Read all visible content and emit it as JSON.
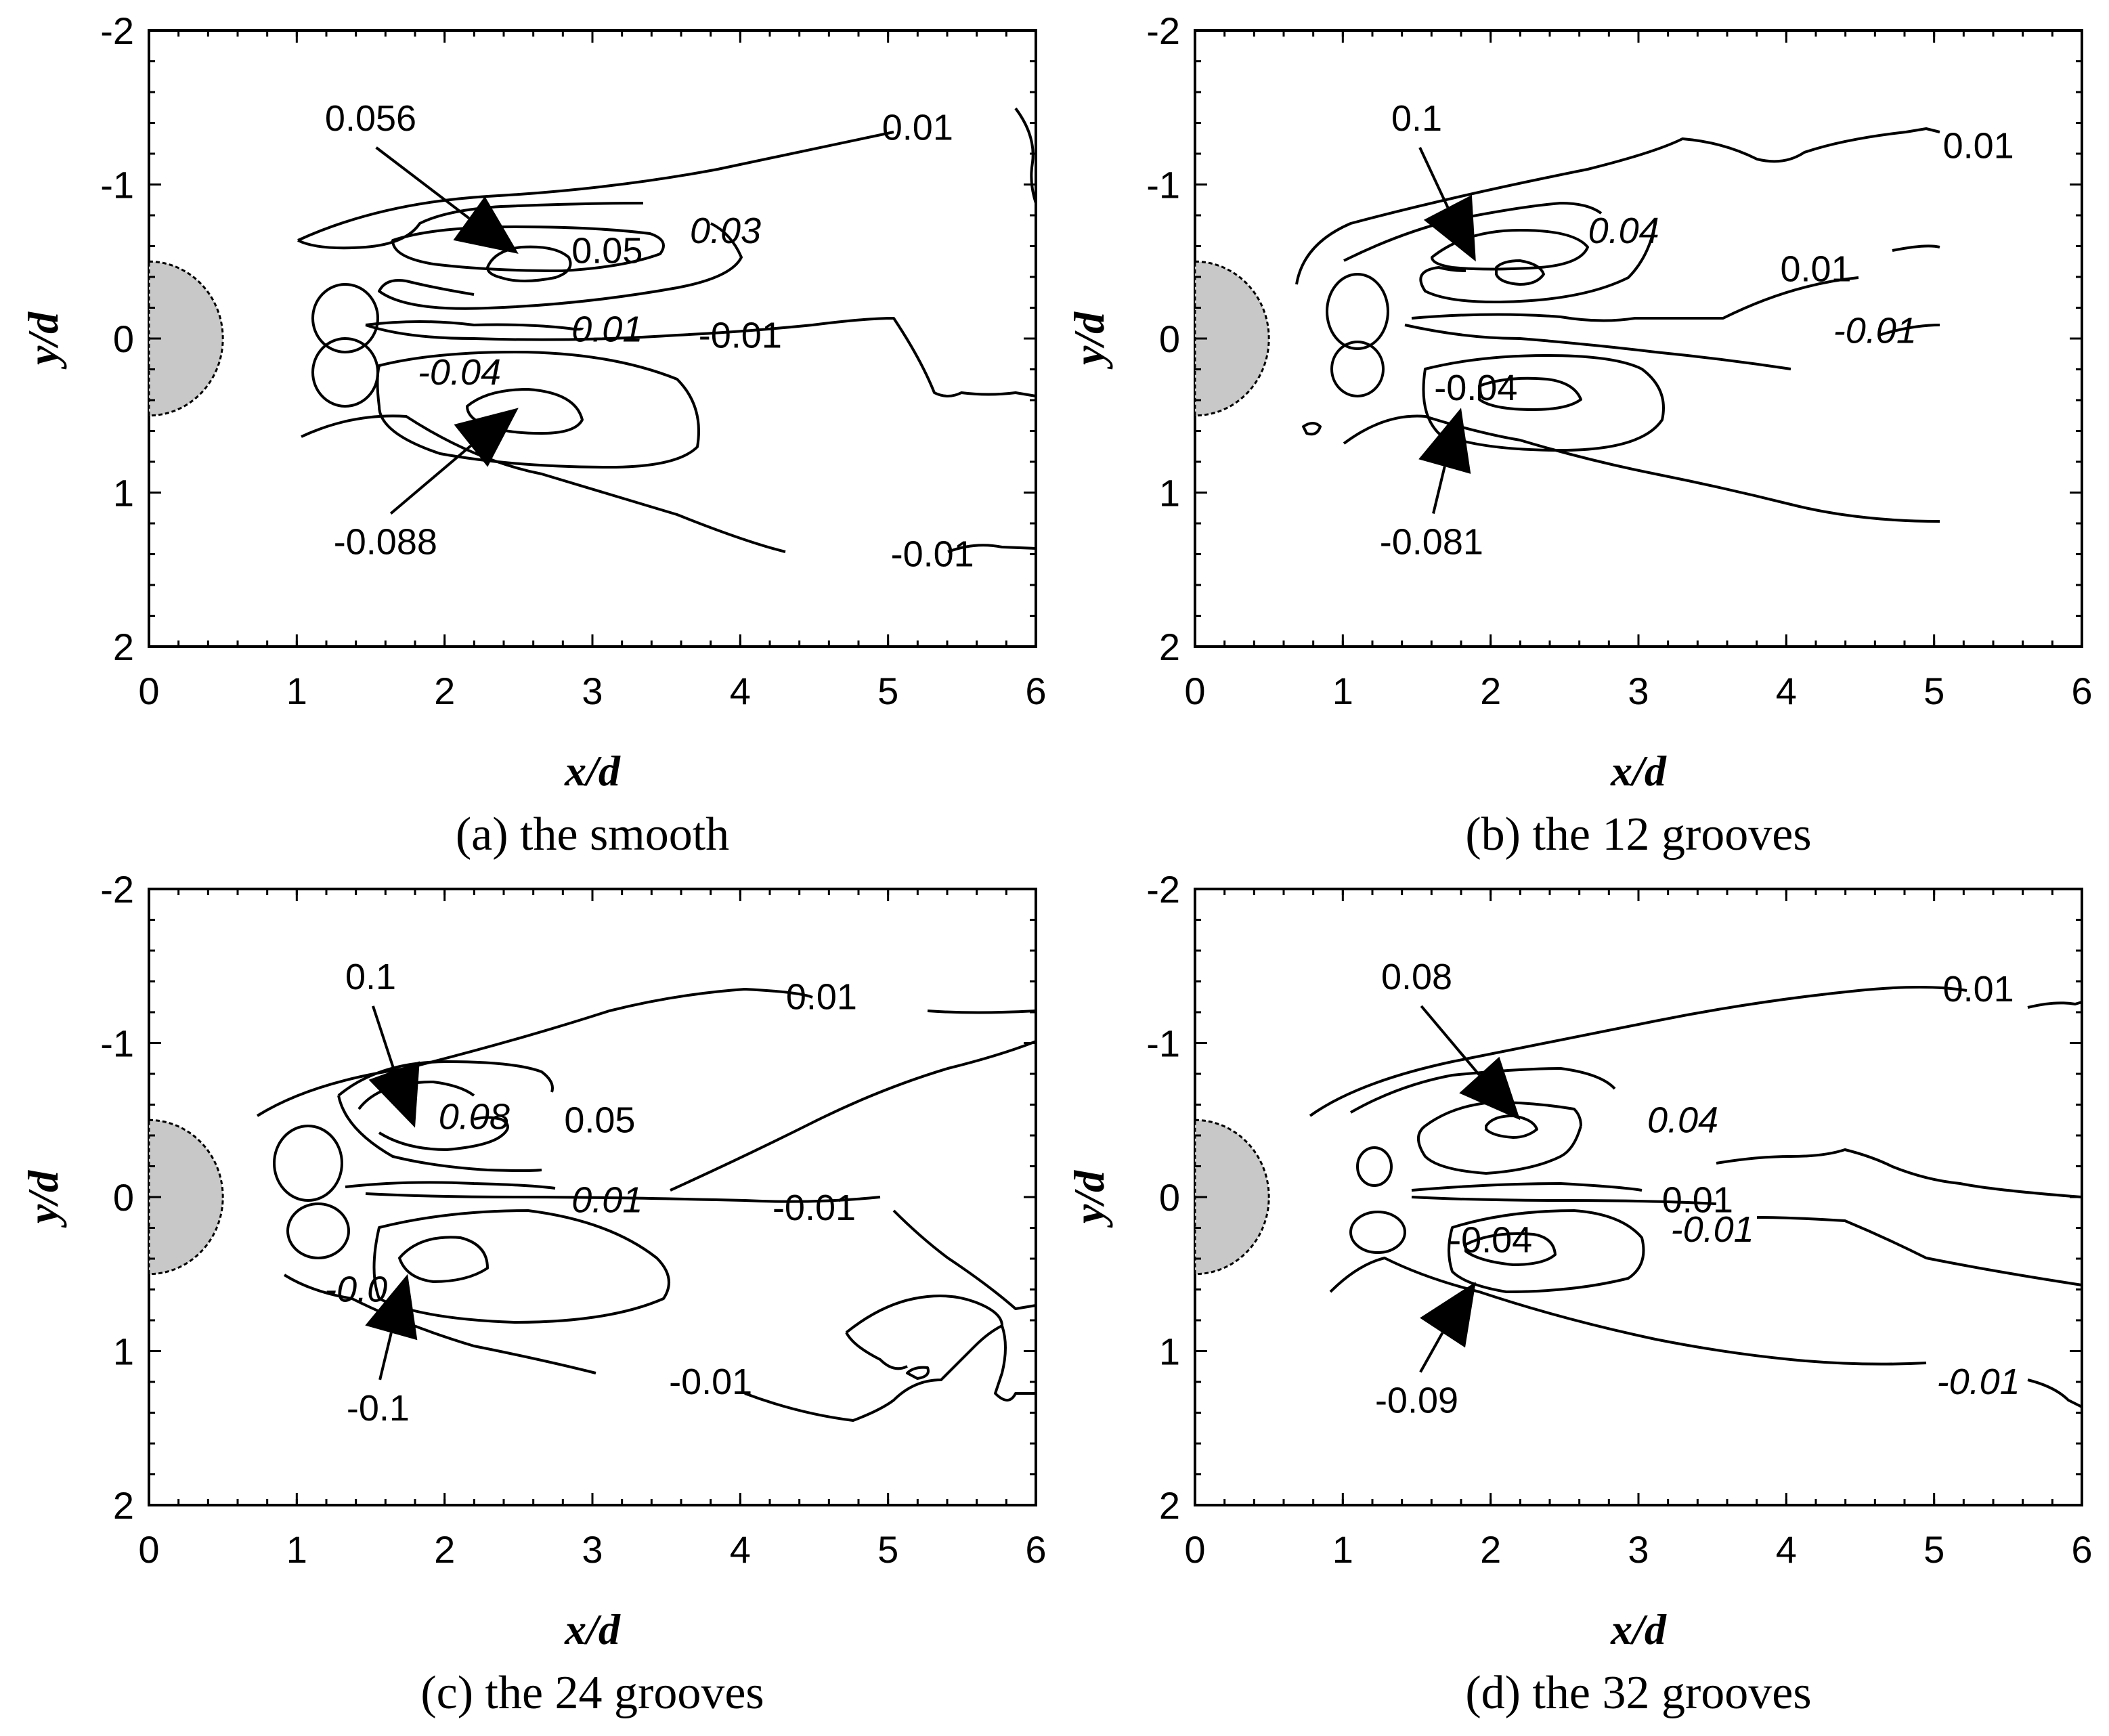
{
  "chart_data": [
    {
      "type": "contour",
      "caption": "(a) the smooth",
      "xlabel": "x/d",
      "ylabel": "y/d",
      "xlim": [
        0,
        6
      ],
      "ylim": [
        2,
        -2
      ],
      "y_axis_inverted": true,
      "xticks": [
        "0",
        "1",
        "2",
        "3",
        "4",
        "5",
        "6"
      ],
      "yticks": [
        "-2",
        "-1",
        "0",
        "1",
        "2"
      ],
      "cylinder_radius": 0.5,
      "contour_labels": [
        {
          "text": "0.01",
          "x": 5.2,
          "y": -1.37
        },
        {
          "text": "0.03",
          "x": 3.9,
          "y": -0.7
        },
        {
          "text": "0.05",
          "x": 3.1,
          "y": -0.57
        },
        {
          "text": "0.01",
          "x": 3.1,
          "y": -0.06
        },
        {
          "text": "-0.01",
          "x": 4.0,
          "y": -0.02
        },
        {
          "text": "-0.04",
          "x": 2.1,
          "y": 0.22
        },
        {
          "text": "-0.01",
          "x": 5.3,
          "y": 1.4
        }
      ],
      "extremes": [
        {
          "text": "0.056",
          "x": 2.5,
          "y": -0.55,
          "label_x": 1.5,
          "label_y": -1.35
        },
        {
          "text": "-0.088",
          "x": 2.5,
          "y": 0.45,
          "label_x": 1.6,
          "label_y": 1.4
        }
      ]
    },
    {
      "type": "contour",
      "caption": "(b) the 12 grooves",
      "xlabel": "x/d",
      "ylabel": "y/d",
      "xlim": [
        0,
        6
      ],
      "ylim": [
        2,
        -2
      ],
      "y_axis_inverted": true,
      "xticks": [
        "0",
        "1",
        "2",
        "3",
        "4",
        "5",
        "6"
      ],
      "yticks": [
        "-2",
        "-1",
        "0",
        "1",
        "2"
      ],
      "cylinder_radius": 0.5,
      "contour_labels": [
        {
          "text": "0.01",
          "x": 5.3,
          "y": -1.25
        },
        {
          "text": "0.04",
          "x": 2.9,
          "y": -0.7
        },
        {
          "text": "0.01",
          "x": 4.2,
          "y": -0.45
        },
        {
          "text": "-0.01",
          "x": 4.6,
          "y": -0.05
        },
        {
          "text": "-0.04",
          "x": 1.9,
          "y": 0.32
        }
      ],
      "extremes": [
        {
          "text": "0.1",
          "x": 1.9,
          "y": -0.5,
          "label_x": 1.5,
          "label_y": -1.35
        },
        {
          "text": "-0.081",
          "x": 1.8,
          "y": 0.45,
          "label_x": 1.6,
          "label_y": 1.4
        }
      ]
    },
    {
      "type": "contour",
      "caption": "(c) the 24 grooves",
      "xlabel": "x/d",
      "ylabel": "y/d",
      "xlim": [
        0,
        6
      ],
      "ylim": [
        2,
        -2
      ],
      "y_axis_inverted": true,
      "xticks": [
        "0",
        "1",
        "2",
        "3",
        "4",
        "5",
        "6"
      ],
      "yticks": [
        "-2",
        "-1",
        "0",
        "1",
        "2"
      ],
      "cylinder_radius": 0.5,
      "contour_labels": [
        {
          "text": "0.01",
          "x": 4.55,
          "y": -1.3
        },
        {
          "text": "0.08",
          "x": 2.2,
          "y": -0.52
        },
        {
          "text": "0.05",
          "x": 3.05,
          "y": -0.5
        },
        {
          "text": "0.01",
          "x": 3.1,
          "y": 0.02
        },
        {
          "text": "-0.01",
          "x": 4.5,
          "y": 0.07
        },
        {
          "text": "-0.0",
          "x": 1.4,
          "y": 0.6
        },
        {
          "text": "-0.01",
          "x": 3.8,
          "y": 1.2
        }
      ],
      "extremes": [
        {
          "text": "0.1",
          "x": 1.8,
          "y": -0.45,
          "label_x": 1.5,
          "label_y": -1.35
        },
        {
          "text": "-0.1",
          "x": 1.75,
          "y": 0.5,
          "label_x": 1.55,
          "label_y": 1.45
        }
      ]
    },
    {
      "type": "contour",
      "caption": "(d) the 32 grooves",
      "xlabel": "x/d",
      "ylabel": "y/d",
      "xlim": [
        0,
        6
      ],
      "ylim": [
        2,
        -2
      ],
      "y_axis_inverted": true,
      "xticks": [
        "0",
        "1",
        "2",
        "3",
        "4",
        "5",
        "6"
      ],
      "yticks": [
        "-2",
        "-1",
        "0",
        "1",
        "2"
      ],
      "cylinder_radius": 0.5,
      "contour_labels": [
        {
          "text": "0.01",
          "x": 5.3,
          "y": -1.35
        },
        {
          "text": "0.04",
          "x": 3.3,
          "y": -0.5
        },
        {
          "text": "0.01",
          "x": 3.4,
          "y": 0.02
        },
        {
          "text": "-0.01",
          "x": 3.5,
          "y": 0.21
        },
        {
          "text": "-0.04",
          "x": 2.0,
          "y": 0.28
        },
        {
          "text": "-0.01",
          "x": 5.3,
          "y": 1.2
        }
      ],
      "extremes": [
        {
          "text": "0.08",
          "x": 2.2,
          "y": -0.5,
          "label_x": 1.5,
          "label_y": -1.35
        },
        {
          "text": "-0.09",
          "x": 1.9,
          "y": 0.55,
          "label_x": 1.5,
          "label_y": 1.4
        }
      ]
    }
  ]
}
